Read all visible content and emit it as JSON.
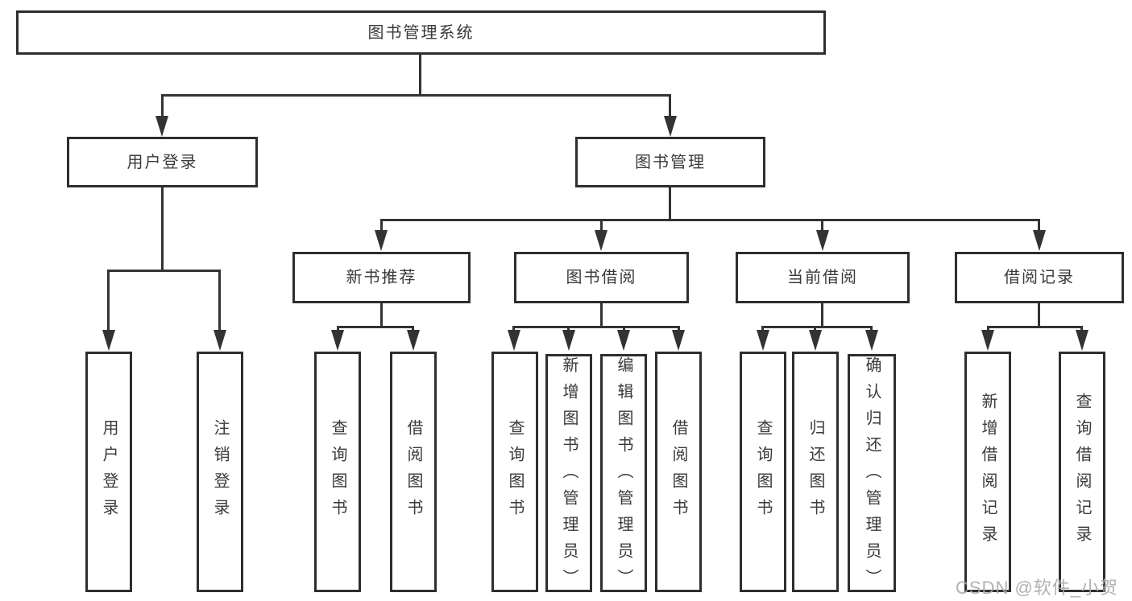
{
  "tree": {
    "label": "图书管理系统",
    "children": [
      {
        "label": "用户登录",
        "children": [
          {
            "label": "用户登录"
          },
          {
            "label": "注销登录"
          }
        ]
      },
      {
        "label": "图书管理",
        "children": [
          {
            "label": "新书推荐",
            "children": [
              {
                "label": "查询图书"
              },
              {
                "label": "借阅图书"
              }
            ]
          },
          {
            "label": "图书借阅",
            "children": [
              {
                "label": "查询图书"
              },
              {
                "label": "新增图书（管理员）"
              },
              {
                "label": "编辑图书（管理员）"
              },
              {
                "label": "借阅图书"
              }
            ]
          },
          {
            "label": "当前借阅",
            "children": [
              {
                "label": "查询图书"
              },
              {
                "label": "归还图书"
              },
              {
                "label": "确认归还（管理员）"
              }
            ]
          },
          {
            "label": "借阅记录",
            "children": [
              {
                "label": "新增借阅记录"
              },
              {
                "label": "查询借阅记录"
              }
            ]
          }
        ]
      }
    ]
  },
  "watermark": {
    "text": "CSDN @软件_小贺同学"
  },
  "colors": {
    "line": "#333333",
    "border": "#2e2e2e",
    "text": "#3a3a3a",
    "watermark": "#a9a9a9",
    "canvas": "#ffffff"
  }
}
